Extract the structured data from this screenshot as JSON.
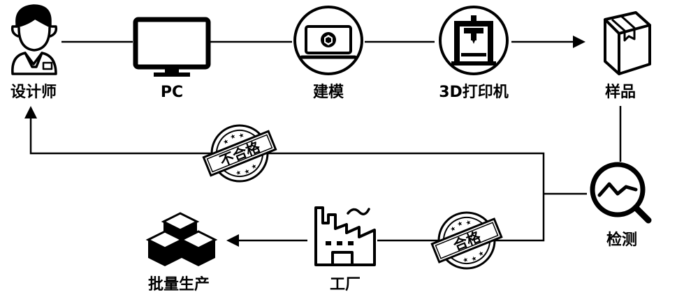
{
  "nodes": {
    "designer": {
      "label": "设计师"
    },
    "pc": {
      "label": "PC"
    },
    "modeling": {
      "label": "建模"
    },
    "printer": {
      "label": "3D打印机"
    },
    "sample": {
      "label": "样品"
    },
    "inspection": {
      "label": "检测"
    },
    "factory": {
      "label": "工厂"
    },
    "mass_production": {
      "label": "批量生产"
    }
  },
  "stamps": {
    "fail": {
      "text": "不合格"
    },
    "pass": {
      "text": "合格"
    }
  }
}
